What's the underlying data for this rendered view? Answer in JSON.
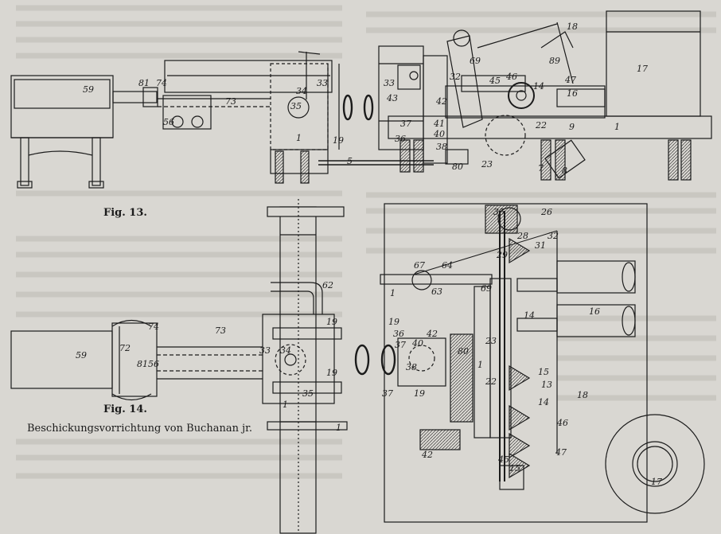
{
  "figures": {
    "fig13_label": "Fig. 13.",
    "fig14_label": "Fig. 14.",
    "caption": "Beschickungsvorrichtung von Buchanan jr."
  },
  "part_numbers": {
    "p1": "1",
    "p5": "5",
    "p7": "7",
    "p8": "8",
    "p9": "9",
    "p13": "13",
    "p14": "14",
    "p15": "15",
    "p16": "16",
    "p17": "17",
    "p18": "18",
    "p19": "19",
    "p22": "22",
    "p23": "23",
    "p25": "25",
    "p26": "26",
    "p28": "28",
    "p29": "29",
    "p31": "31",
    "p32": "32",
    "p33": "33",
    "p34": "34",
    "p35": "35",
    "p36": "36",
    "p37": "37",
    "p38": "38",
    "p40": "40",
    "p41": "41",
    "p42": "42",
    "p43": "43",
    "p45": "45",
    "p46": "46",
    "p47": "47",
    "p56": "56",
    "p59": "59",
    "p62": "62",
    "p63": "63",
    "p64": "64",
    "p67": "67",
    "p69": "69",
    "p72": "72",
    "p73": "73",
    "p74": "74",
    "p80": "80",
    "p81": "81",
    "p89": "89"
  },
  "colors": {
    "paper": "#d9d7d2",
    "ink": "#1b1b1b",
    "faint_bleed": "#b9b6b0"
  }
}
